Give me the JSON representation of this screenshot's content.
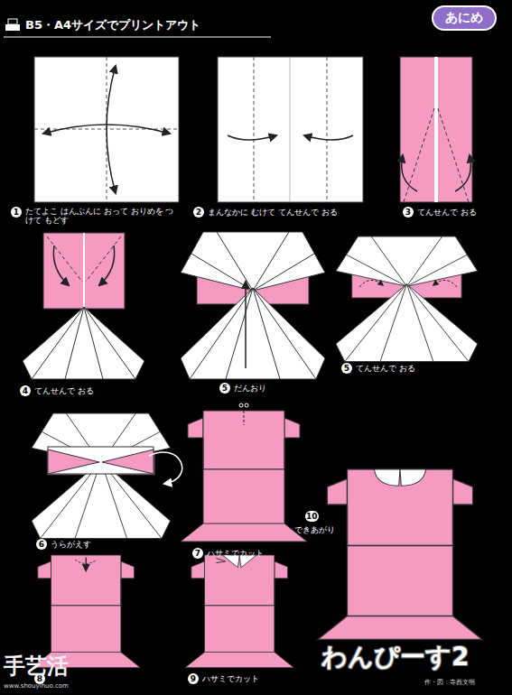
{
  "diagram": {
    "title": "わんぴーす2",
    "nodes": [
      {
        "text": [
          "あにめ"
        ]
      }
    ],
    "labels": [
      "B5・A4サイズでプリントアウト",
      "1",
      "たてよこ はんぶんに おって おりめを つけて もどす",
      "2",
      "まんなかに むけて てんせんで おる",
      "3",
      "てんせんで おる",
      "4",
      "てんせんで おる",
      "5",
      "だんおり",
      "5",
      "てんせんで おる",
      "6",
      "うらがえす",
      "7",
      "ハサミでカット",
      "8",
      "9",
      "ハサミでカット",
      "10",
      "できあがり",
      "作・図：寺西文明",
      "手艺活",
      "www.shouyihuo.com"
    ]
  }
}
